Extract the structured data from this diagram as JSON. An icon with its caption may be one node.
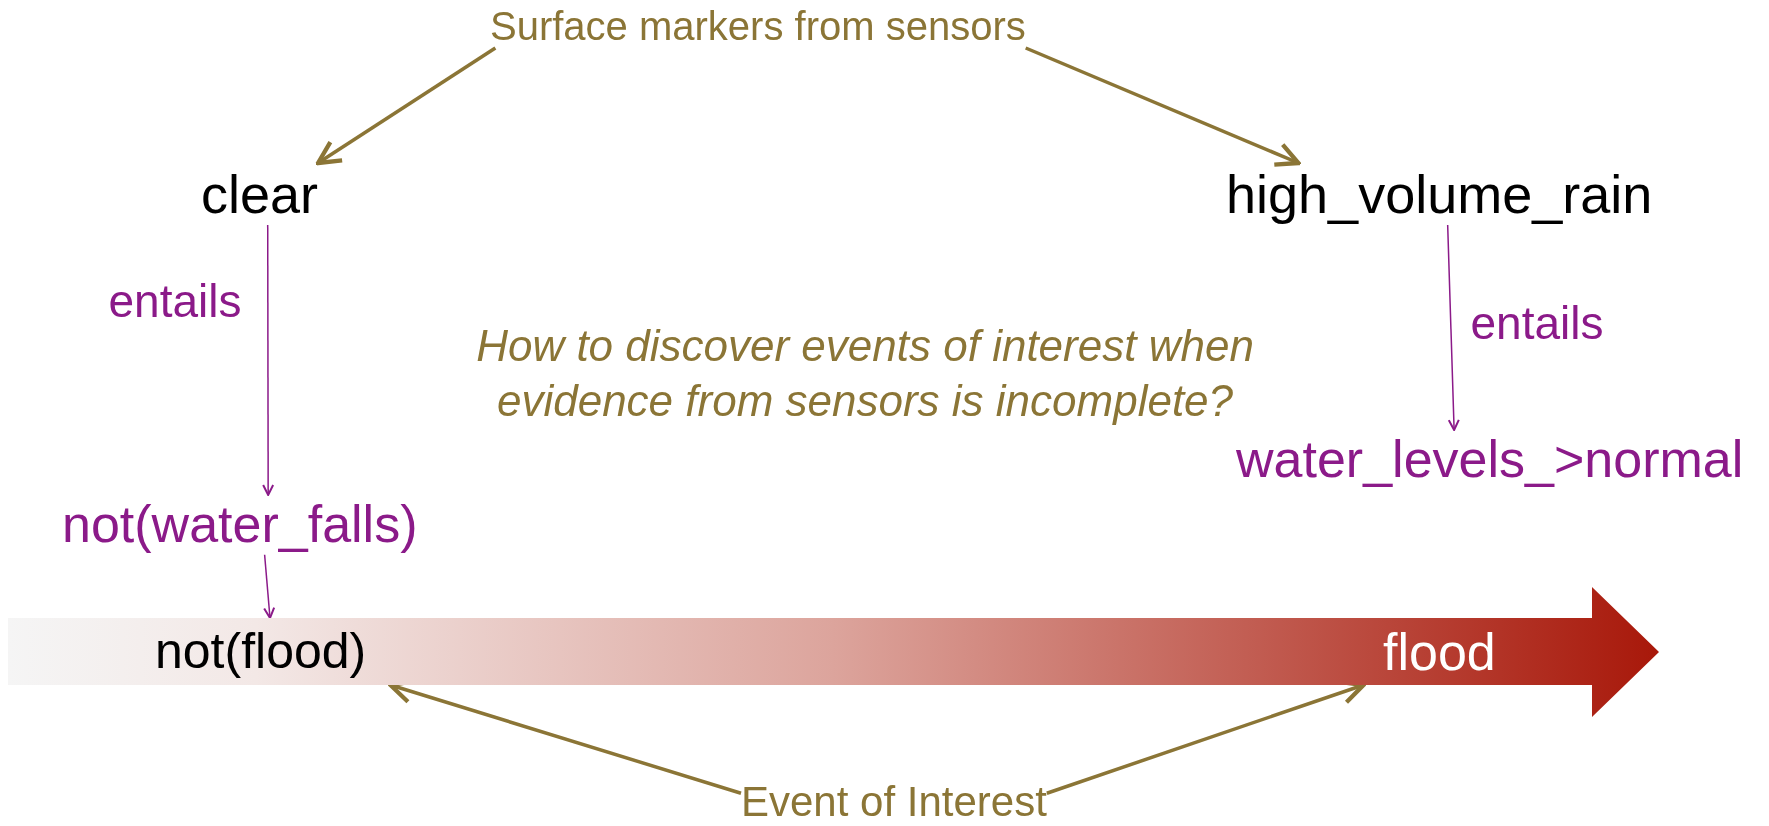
{
  "diagram": {
    "nodes": [
      {
        "text": [
          "Surface markers from sensors"
        ]
      },
      {
        "text": [
          "clear"
        ]
      },
      {
        "text": [
          "high_volume_rain"
        ]
      },
      {
        "text": [
          "not(water_falls)"
        ]
      },
      {
        "text": [
          "water_levels_>normal"
        ]
      },
      {
        "text": [],
        "shape": "arrow"
      },
      {
        "text": [
          "not(flood)"
        ],
        "in": 5
      },
      {
        "text": [
          "flood"
        ],
        "in": 5
      },
      {
        "text": [
          "Event of Interest"
        ]
      }
    ],
    "edges": [
      {
        "from": 0,
        "to": 1,
        "arrow": "to"
      },
      {
        "from": 0,
        "to": 2,
        "arrow": "to"
      },
      {
        "from": 1,
        "to": 3,
        "arrow": "to",
        "label": "entails",
        "color": "#8b1a89"
      },
      {
        "from": 2,
        "to": 4,
        "arrow": "to",
        "label": "entails",
        "color": "#8b1a89"
      },
      {
        "from": 3,
        "to": 6,
        "arrow": "to",
        "color": "#8b1a89"
      },
      {
        "from": 8,
        "to": 6,
        "arrow": "to"
      },
      {
        "from": 8,
        "to": 7,
        "arrow": "to"
      }
    ],
    "labels": [
      "How to discover events of interest when evidence from sensors is incomplete?"
    ]
  }
}
